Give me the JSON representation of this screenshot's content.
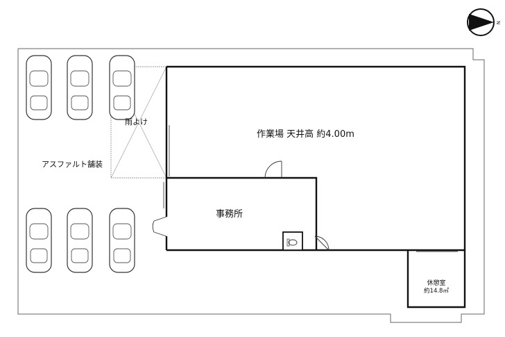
{
  "rooms": {
    "workshop": "作業場 天井高 約4.00m",
    "office": "事務所",
    "rest_room_name": "休憩室",
    "rest_room_area": "約14.8㎡"
  },
  "areas": {
    "canopy": "雨よけ",
    "pavement": "アスファルト舗装"
  },
  "compass": {
    "north_letter": "N"
  },
  "parking": {
    "top_row_count": 3,
    "bottom_row_count": 3
  },
  "colors": {
    "wall": "#111111",
    "site_line": "#666666",
    "canopy_line": "#999999"
  }
}
